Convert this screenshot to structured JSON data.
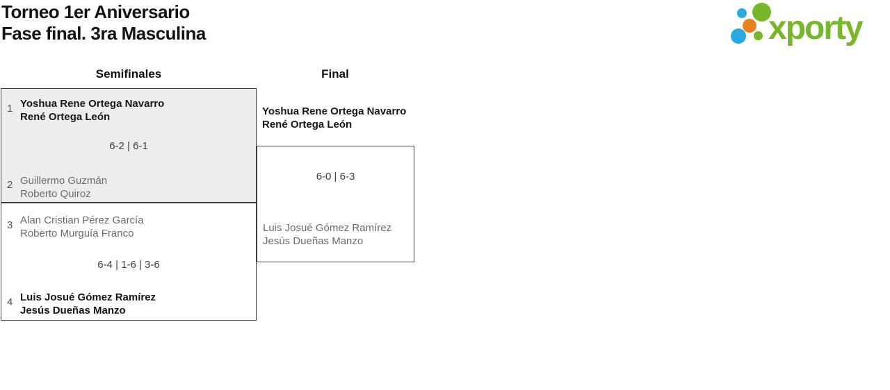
{
  "header": {
    "title_line1": "Torneo 1er Aniversario",
    "title_line2": "Fase final. 3ra Masculina",
    "logo_text": "xporty"
  },
  "brand_colors": {
    "green": "#77b82b",
    "blue": "#29a9e0",
    "orange": "#e8811e"
  },
  "columns": [
    {
      "label": "Semifinales"
    },
    {
      "label": "Final"
    }
  ],
  "bracket": {
    "semifinals": [
      {
        "team1": {
          "seed": "1",
          "players": [
            "Yoshua Rene Ortega Navarro",
            "René Ortega León"
          ],
          "winner": true
        },
        "score": "6-2 | 6-1",
        "team2": {
          "seed": "2",
          "players": [
            "Guillermo Guzmán",
            "Roberto Quiroz"
          ],
          "winner": false
        }
      },
      {
        "team1": {
          "seed": "3",
          "players": [
            "Alan Cristian Pérez García",
            "Roberto Murguía Franco"
          ],
          "winner": false
        },
        "score": "6-4 | 1-6 | 3-6",
        "team2": {
          "seed": "4",
          "players": [
            "Luis Josué Gómez Ramírez",
            "Jesús Dueñas Manzo"
          ],
          "winner": true
        }
      }
    ],
    "final": {
      "team1": {
        "players": [
          "Yoshua Rene Ortega Navarro",
          "René Ortega León"
        ],
        "winner": true
      },
      "score": "6-0 | 6-3",
      "team2": {
        "players": [
          "Luis Josué Gómez Ramírez",
          "Jesús Dueñas Manzo"
        ],
        "winner": false
      }
    }
  }
}
